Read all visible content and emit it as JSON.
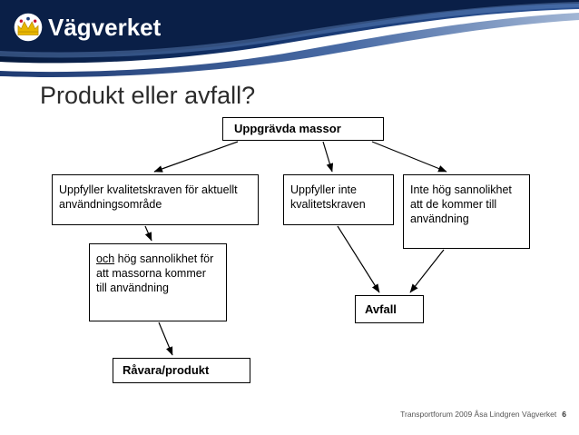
{
  "header": {
    "logo_text": "Vägverket",
    "logo_icon": "crown-icon"
  },
  "title": "Produkt eller avfall?",
  "diagram": {
    "type": "flowchart",
    "nodes": [
      {
        "id": "uppgravda",
        "label": "Uppgrävda massor",
        "bold": true
      },
      {
        "id": "uppfyller_kval",
        "label": "Uppfyller kvalitetskraven för aktuellt användningsområde",
        "bold": false
      },
      {
        "id": "uppfyller_inte",
        "label": "Uppfyller inte kvalitetskraven",
        "bold": false
      },
      {
        "id": "inte_hog",
        "label": "Inte hög sannolikhet att de kommer till användning",
        "bold": false
      },
      {
        "id": "och_hog_prefix",
        "label": "och",
        "bold": false
      },
      {
        "id": "och_hog",
        "label": " hög sannolikhet för att massorna kommer till användning",
        "bold": false
      },
      {
        "id": "avfall",
        "label": "Avfall",
        "bold": true
      },
      {
        "id": "ravara",
        "label": "Råvara/produkt",
        "bold": true
      }
    ],
    "edges": [
      {
        "from": "uppgravda",
        "to": "uppfyller_kval"
      },
      {
        "from": "uppgravda",
        "to": "uppfyller_inte"
      },
      {
        "from": "uppgravda",
        "to": "inte_hog"
      },
      {
        "from": "uppfyller_kval",
        "to": "och_hog"
      },
      {
        "from": "uppfyller_inte",
        "to": "avfall"
      },
      {
        "from": "inte_hog",
        "to": "avfall"
      },
      {
        "from": "och_hog",
        "to": "ravara"
      }
    ]
  },
  "footer": {
    "text": "Transportforum 2009  Åsa Lindgren Vägverket",
    "page": "6"
  },
  "colors": {
    "banner_dark": "#0d2a5c",
    "banner_mid": "#1f3f7a",
    "banner_light": "#e8edf5",
    "title": "#2b2b2b",
    "box_border": "#000000"
  }
}
